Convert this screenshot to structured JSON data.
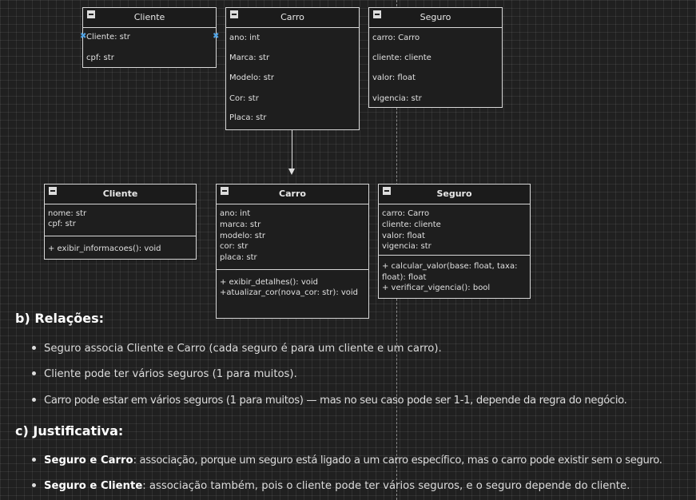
{
  "top_classes": [
    {
      "name": "Cliente",
      "fields": [
        "Cliente: str",
        "cpf: str"
      ]
    },
    {
      "name": "Carro",
      "fields": [
        "ano: int",
        "Marca: str",
        "Modelo: str",
        "Cor: str",
        "Placa: str"
      ]
    },
    {
      "name": "Seguro",
      "fields": [
        "carro: Carro",
        "cliente: cliente",
        "valor: float",
        "vigencia: str"
      ]
    }
  ],
  "bottom_classes": [
    {
      "name": "Cliente",
      "fields": [
        "nome: str",
        "cpf: str"
      ],
      "methods": [
        "+ exibir_informacoes(): void"
      ]
    },
    {
      "name": "Carro",
      "fields": [
        "ano: int",
        "marca: str",
        "modelo: str",
        "cor: str",
        "placa: str"
      ],
      "methods": [
        "+ exibir_detalhes(): void",
        "+atualizar_cor(nova_cor: str): void"
      ]
    },
    {
      "name": "Seguro",
      "fields": [
        "carro: Carro",
        "cliente: cliente",
        "valor: float",
        "vigencia: str"
      ],
      "methods": [
        "+ calcular_valor(base: float, taxa:",
        "float): float",
        "+ verificar_vigencia(): bool"
      ]
    }
  ],
  "relacoes": {
    "heading": "b) Relações:",
    "items": [
      "Seguro associa Cliente e Carro (cada seguro é para um cliente e um carro).",
      "Cliente pode ter vários seguros (1 para muitos).",
      "Carro pode estar em vários seguros (1 para muitos) — mas no seu caso pode ser 1-1, depende da regra do negócio."
    ]
  },
  "justificativa": {
    "heading": "c) Justificativa:",
    "items": [
      {
        "bold": "Seguro e Carro",
        "text": ": associação, porque um seguro está ligado a um carro específico, mas o carro pode existir sem o seguro."
      },
      {
        "bold": "Seguro e Cliente",
        "text": ": associação também, pois o cliente pode ter vários seguros, e o seguro depende do cliente."
      }
    ]
  },
  "colors": {
    "background": "#202020",
    "border": "#d8d8d8",
    "pin": "#4fa3e6"
  }
}
